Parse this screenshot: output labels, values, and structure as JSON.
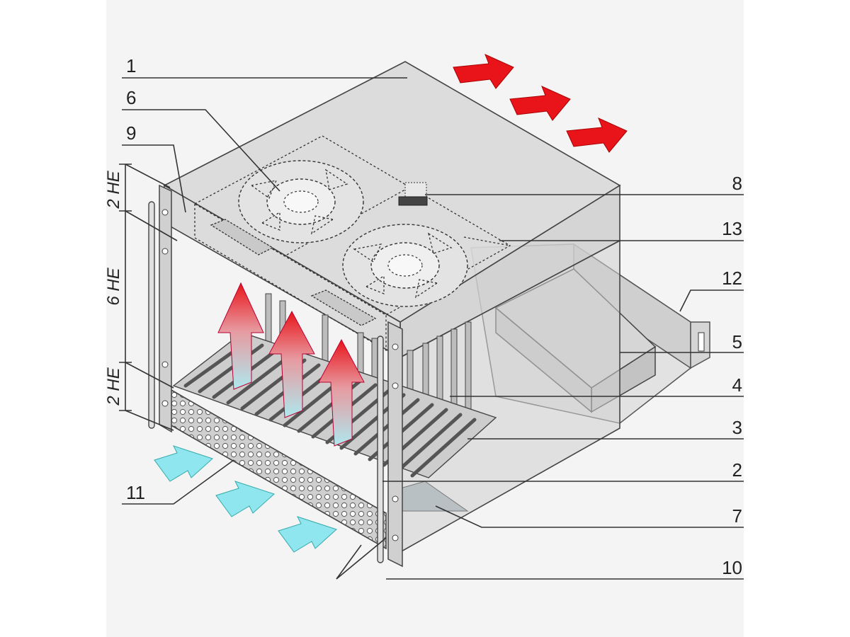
{
  "callouts": [
    {
      "id": "1",
      "text": "1"
    },
    {
      "id": "6",
      "text": "6"
    },
    {
      "id": "9",
      "text": "9"
    },
    {
      "id": "8",
      "text": "8"
    },
    {
      "id": "13",
      "text": "13"
    },
    {
      "id": "12",
      "text": "12"
    },
    {
      "id": "5",
      "text": "5"
    },
    {
      "id": "4",
      "text": "4"
    },
    {
      "id": "3",
      "text": "3"
    },
    {
      "id": "2",
      "text": "2"
    },
    {
      "id": "11",
      "text": "11"
    },
    {
      "id": "7",
      "text": "7"
    },
    {
      "id": "10",
      "text": "10"
    }
  ],
  "height_units": {
    "top": "2 HE",
    "middle": "6 HE",
    "bottom": "2 HE"
  },
  "colors": {
    "hot_air": "#e8141a",
    "cool_air": "#8fe6ee",
    "casing": "#d9d9d9"
  }
}
